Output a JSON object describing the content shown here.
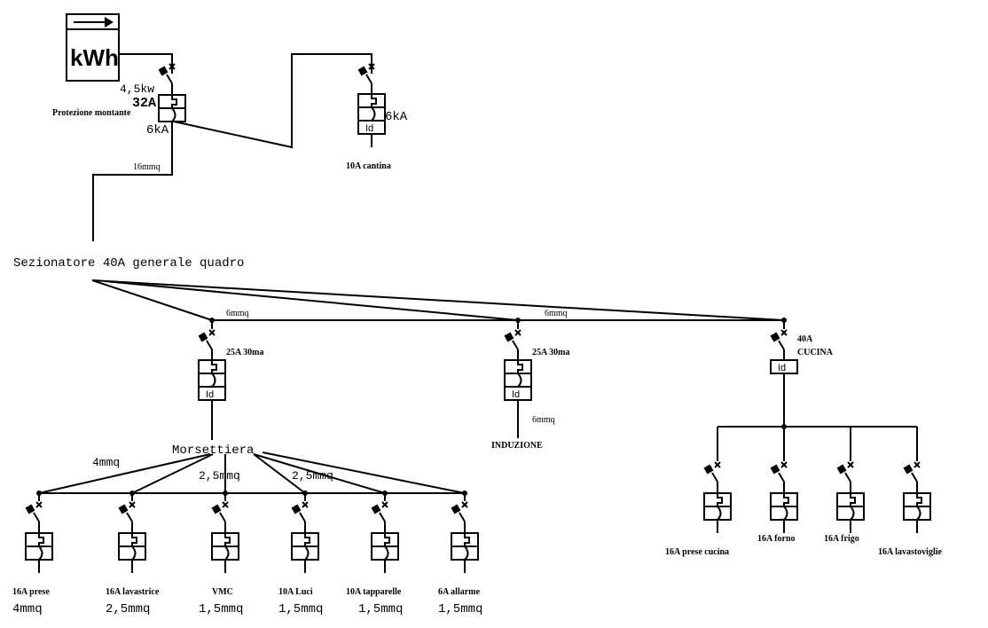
{
  "title": "Schema unifilare impianto elettrico",
  "meter": {
    "label": "kWh",
    "icon": "arrow-right-icon"
  },
  "main_protection": {
    "power": "4,5kw",
    "rating": "32A",
    "name": "Protezione montante",
    "breaking_capacity": "6kA",
    "cable": "16mmq"
  },
  "cellar_breaker": {
    "breaking_capacity": "6kA",
    "differential_label": "Id",
    "label": "10A cantina"
  },
  "main_switch": {
    "label": "Sezionatore 40A generale quadro"
  },
  "feeder_cables": [
    "6mmq",
    "6mmq"
  ],
  "rcd_left": {
    "label": "25A 30ma",
    "differential_label": "Id"
  },
  "rcd_middle": {
    "label": "25A 30ma",
    "differential_label": "Id",
    "cable": "6mmq",
    "load": "INDUZIONE"
  },
  "rcd_kitchen": {
    "rating": "40A",
    "name": "CUCINA",
    "differential_label": "Id"
  },
  "terminal_block": {
    "label": "Morsettiera",
    "wire_labels": [
      "4mmq",
      "2,5mmq",
      "2,5mmq"
    ]
  },
  "left_circuits": [
    {
      "label": "16A prese",
      "cable": "4mmq"
    },
    {
      "label": "16A lavastrice",
      "cable": "2,5mmq"
    },
    {
      "label": "VMC",
      "cable": "1,5mmq"
    },
    {
      "label": "10A Luci",
      "cable": "1,5mmq"
    },
    {
      "label": "10A tapparelle",
      "cable": "1,5mmq"
    },
    {
      "label": "6A allarme",
      "cable": "1,5mmq"
    }
  ],
  "kitchen_circuits": [
    {
      "label": "16A prese cucina"
    },
    {
      "label": "16A forno"
    },
    {
      "label": "16A frigo"
    },
    {
      "label": "16A lavastoviglie"
    }
  ]
}
